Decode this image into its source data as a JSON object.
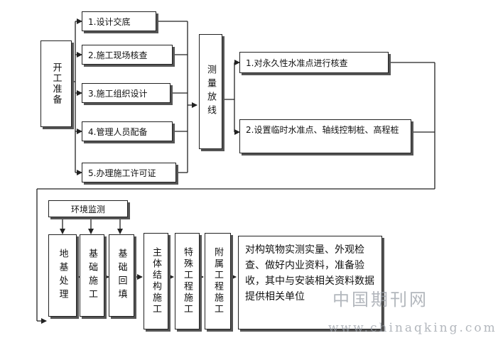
{
  "start": {
    "label": "开工准备"
  },
  "prep_items": [
    {
      "label": "1.设计交底"
    },
    {
      "label": "2.施工现场核查"
    },
    {
      "label": "3.施工组织设计"
    },
    {
      "label": "4.管理人员配备"
    },
    {
      "label": "5.办理施工许可证"
    }
  ],
  "survey": {
    "label": "测量放线"
  },
  "survey_items": [
    {
      "label": "1.对永久性水准点进行核查"
    },
    {
      "label": "2.设置临时水准点、轴线控制桩、高程桩"
    }
  ],
  "monitor": {
    "label": "环境监测"
  },
  "stages": [
    {
      "label": "地基处理"
    },
    {
      "label": "基础施工"
    },
    {
      "label": "基础回填"
    },
    {
      "label": "主体结构施工"
    },
    {
      "label": "特殊工程施工"
    },
    {
      "label": "附属工程施工"
    }
  ],
  "final": {
    "label": "对构筑物实测实量、外观检查、做好内业资料，准备验收，其中与安装相关资料数据提供相关单位"
  },
  "watermark": {
    "cn": "中国期刊网",
    "url": "www.chinaqking.com"
  }
}
